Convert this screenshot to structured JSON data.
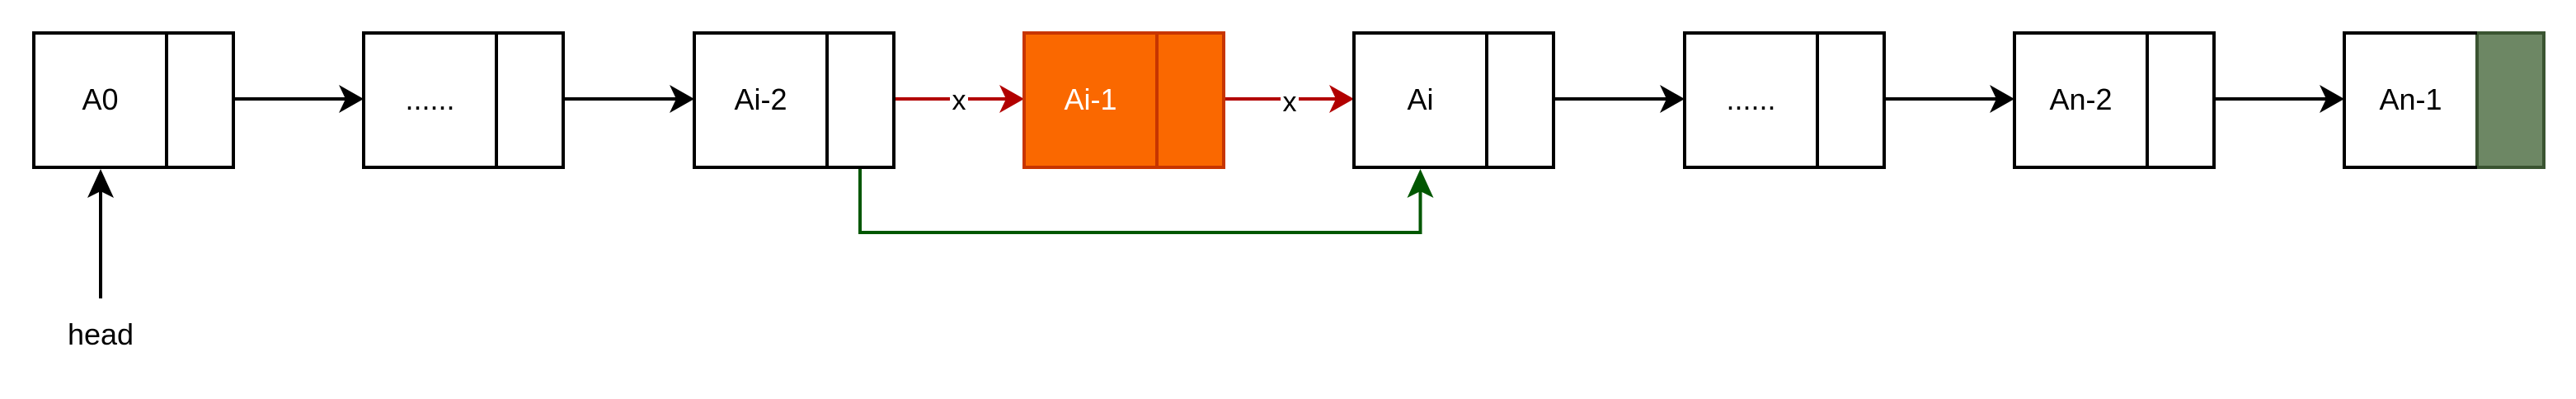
{
  "diagram": {
    "title": "Singly linked list: delete node Ai-1",
    "colors": {
      "stroke": "#000000",
      "node_fill": "#ffffff",
      "deleted_fill": "#FA6800",
      "deleted_stroke": "#C73500",
      "deleted_text": "#ffffff",
      "null_fill": "#6D8764",
      "null_stroke": "#3A5431",
      "removed_link": "#B20000",
      "new_link": "#005700"
    },
    "nodes": [
      {
        "id": "A0",
        "label": "A0",
        "style": "normal"
      },
      {
        "id": "dots1",
        "label": "......",
        "style": "normal"
      },
      {
        "id": "Ai-2",
        "label": "Ai-2",
        "style": "normal"
      },
      {
        "id": "Ai-1",
        "label": "Ai-1",
        "style": "deleted"
      },
      {
        "id": "Ai",
        "label": "Ai",
        "style": "normal"
      },
      {
        "id": "dots2",
        "label": "......",
        "style": "normal"
      },
      {
        "id": "An-2",
        "label": "An-2",
        "style": "normal"
      },
      {
        "id": "An-1",
        "label": "An-1",
        "style": "tail-null"
      }
    ],
    "links": [
      {
        "from": "A0",
        "to": "dots1",
        "style": "normal"
      },
      {
        "from": "dots1",
        "to": "Ai-2",
        "style": "normal"
      },
      {
        "from": "Ai-2",
        "to": "Ai-1",
        "style": "removed",
        "mark": "x"
      },
      {
        "from": "Ai-1",
        "to": "Ai",
        "style": "removed",
        "mark": "x"
      },
      {
        "from": "Ai",
        "to": "dots2",
        "style": "normal"
      },
      {
        "from": "dots2",
        "to": "An-2",
        "style": "normal"
      },
      {
        "from": "An-2",
        "to": "An-1",
        "style": "normal"
      },
      {
        "from": "Ai-2",
        "to": "Ai",
        "style": "new",
        "routing": "below"
      }
    ],
    "head": {
      "label": "head",
      "points_to": "A0"
    }
  }
}
